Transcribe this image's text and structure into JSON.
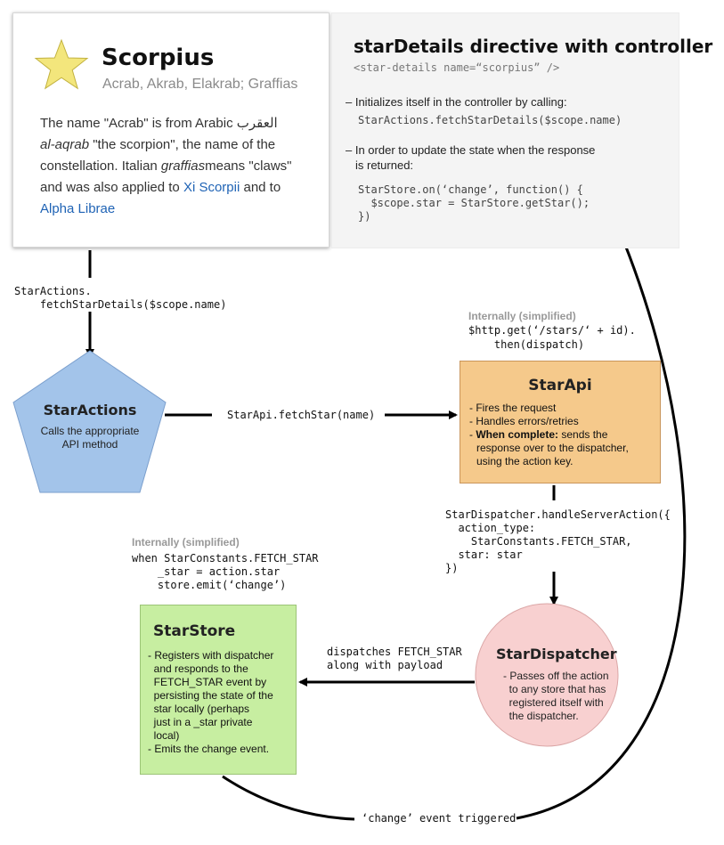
{
  "card": {
    "title": "Scorpius",
    "subtitle": "Acrab, Akrab, Elakrab; Graffias",
    "text_1": "The name \"Acrab\" is from Arabic ",
    "arabic": "العقرب",
    "text_2_italic": "al-aqrab",
    "text_2": " \"the scorpion\", the name of the constellation. Italian ",
    "text_3_italic": "graffias",
    "text_3": "means \"claws\" and was also applied to ",
    "link_1": "Xi Scorpii",
    "text_4": " and to ",
    "link_2": "Alpha Librae"
  },
  "directive": {
    "title": "starDetails directive with controller",
    "tag": "<star-details name=“scorpius” />",
    "bullet_1": "– Initializes itself in the controller by calling:",
    "code_1": "StarActions.fetchStarDetails($scope.name)",
    "bullet_2a": "– In order to update the state when the response",
    "bullet_2b": "is returned:",
    "code_2": [
      "StarStore.on(‘change’, function() {",
      "  $scope.star = StarStore.getStar();",
      "})"
    ]
  },
  "call_label": [
    "StarActions.",
    "    fetchStarDetails($scope.name)"
  ],
  "star_actions": {
    "title": "StarActions",
    "body": [
      "Calls the appropriate",
      "API method"
    ]
  },
  "fetch_label": "StarApi.fetchStar(name)",
  "api_internal": {
    "caption": "Internally (simplified)",
    "code": [
      "$http.get(‘/stars/‘ + id).",
      "    then(dispatch)"
    ]
  },
  "star_api": {
    "title": "StarApi",
    "items": [
      "- Fires the request",
      "- Handles errors/retries"
    ],
    "complete_bold": "When complete:",
    "complete_text_1": " sends the",
    "complete_text_2": "response over to the dispatcher,",
    "complete_text_3": "using the action key."
  },
  "handle_code": [
    "StarDispatcher.handleServerAction({",
    "  action_type:",
    "    StarConstants.FETCH_STAR,",
    "  star: star",
    "})"
  ],
  "store_internal": {
    "caption": "Internally (simplified)",
    "code": [
      "when StarConstants.FETCH_STAR",
      "    _star = action.star",
      "    store.emit(‘change’)"
    ]
  },
  "star_store": {
    "title": "StarStore",
    "body": [
      "- Registers with dispatcher",
      "  and responds to the",
      "  FETCH_STAR event by",
      "  persisting the state of the",
      "  star locally (perhaps",
      "  just in a _star private",
      "  local)",
      "- Emits the change event."
    ]
  },
  "dispatch_label": [
    "dispatches FETCH_STAR",
    "along with payload"
  ],
  "star_dispatcher": {
    "title": "StarDispatcher",
    "body": [
      "- Passes off the action",
      "  to any store that has",
      "  registered itself with",
      "  the dispatcher."
    ]
  },
  "change_label": "‘change’ event triggered",
  "colors": {
    "pentagon_fill": "#a3c4ea",
    "pentagon_stroke": "#7b9fcd",
    "api_fill": "#f5c98b",
    "store_fill": "#c7eea1",
    "dispatcher_fill": "#f8d0d0",
    "dispatcher_stroke": "#dba7a7",
    "star_fill": "#f3e67c",
    "link": "#1f63b5"
  }
}
